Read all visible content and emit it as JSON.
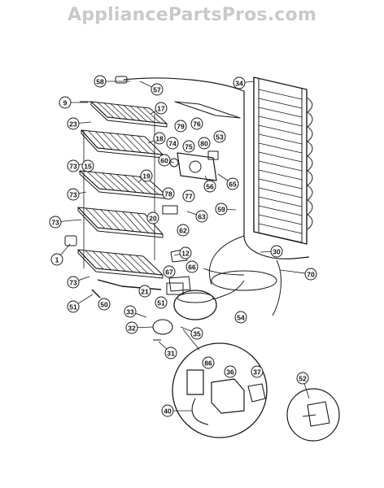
{
  "watermark": "AppliancePartsPros.com",
  "callouts": [
    {
      "n": "58"
    },
    {
      "n": "57"
    },
    {
      "n": "9"
    },
    {
      "n": "17"
    },
    {
      "n": "23"
    },
    {
      "n": "79"
    },
    {
      "n": "76"
    },
    {
      "n": "18"
    },
    {
      "n": "74"
    },
    {
      "n": "75"
    },
    {
      "n": "80"
    },
    {
      "n": "53"
    },
    {
      "n": "73"
    },
    {
      "n": "15"
    },
    {
      "n": "60"
    },
    {
      "n": "19"
    },
    {
      "n": "56"
    },
    {
      "n": "65"
    },
    {
      "n": "78"
    },
    {
      "n": "77"
    },
    {
      "n": "73"
    },
    {
      "n": "20"
    },
    {
      "n": "63"
    },
    {
      "n": "59"
    },
    {
      "n": "73"
    },
    {
      "n": "62"
    },
    {
      "n": "12"
    },
    {
      "n": "1"
    },
    {
      "n": "67"
    },
    {
      "n": "66"
    },
    {
      "n": "73"
    },
    {
      "n": "21"
    },
    {
      "n": "51"
    },
    {
      "n": "50"
    },
    {
      "n": "51"
    },
    {
      "n": "33"
    },
    {
      "n": "32"
    },
    {
      "n": "35"
    },
    {
      "n": "31"
    },
    {
      "n": "34"
    },
    {
      "n": "30"
    },
    {
      "n": "70"
    },
    {
      "n": "54"
    },
    {
      "n": "86"
    },
    {
      "n": "36"
    },
    {
      "n": "37"
    },
    {
      "n": "40"
    },
    {
      "n": "52"
    }
  ]
}
